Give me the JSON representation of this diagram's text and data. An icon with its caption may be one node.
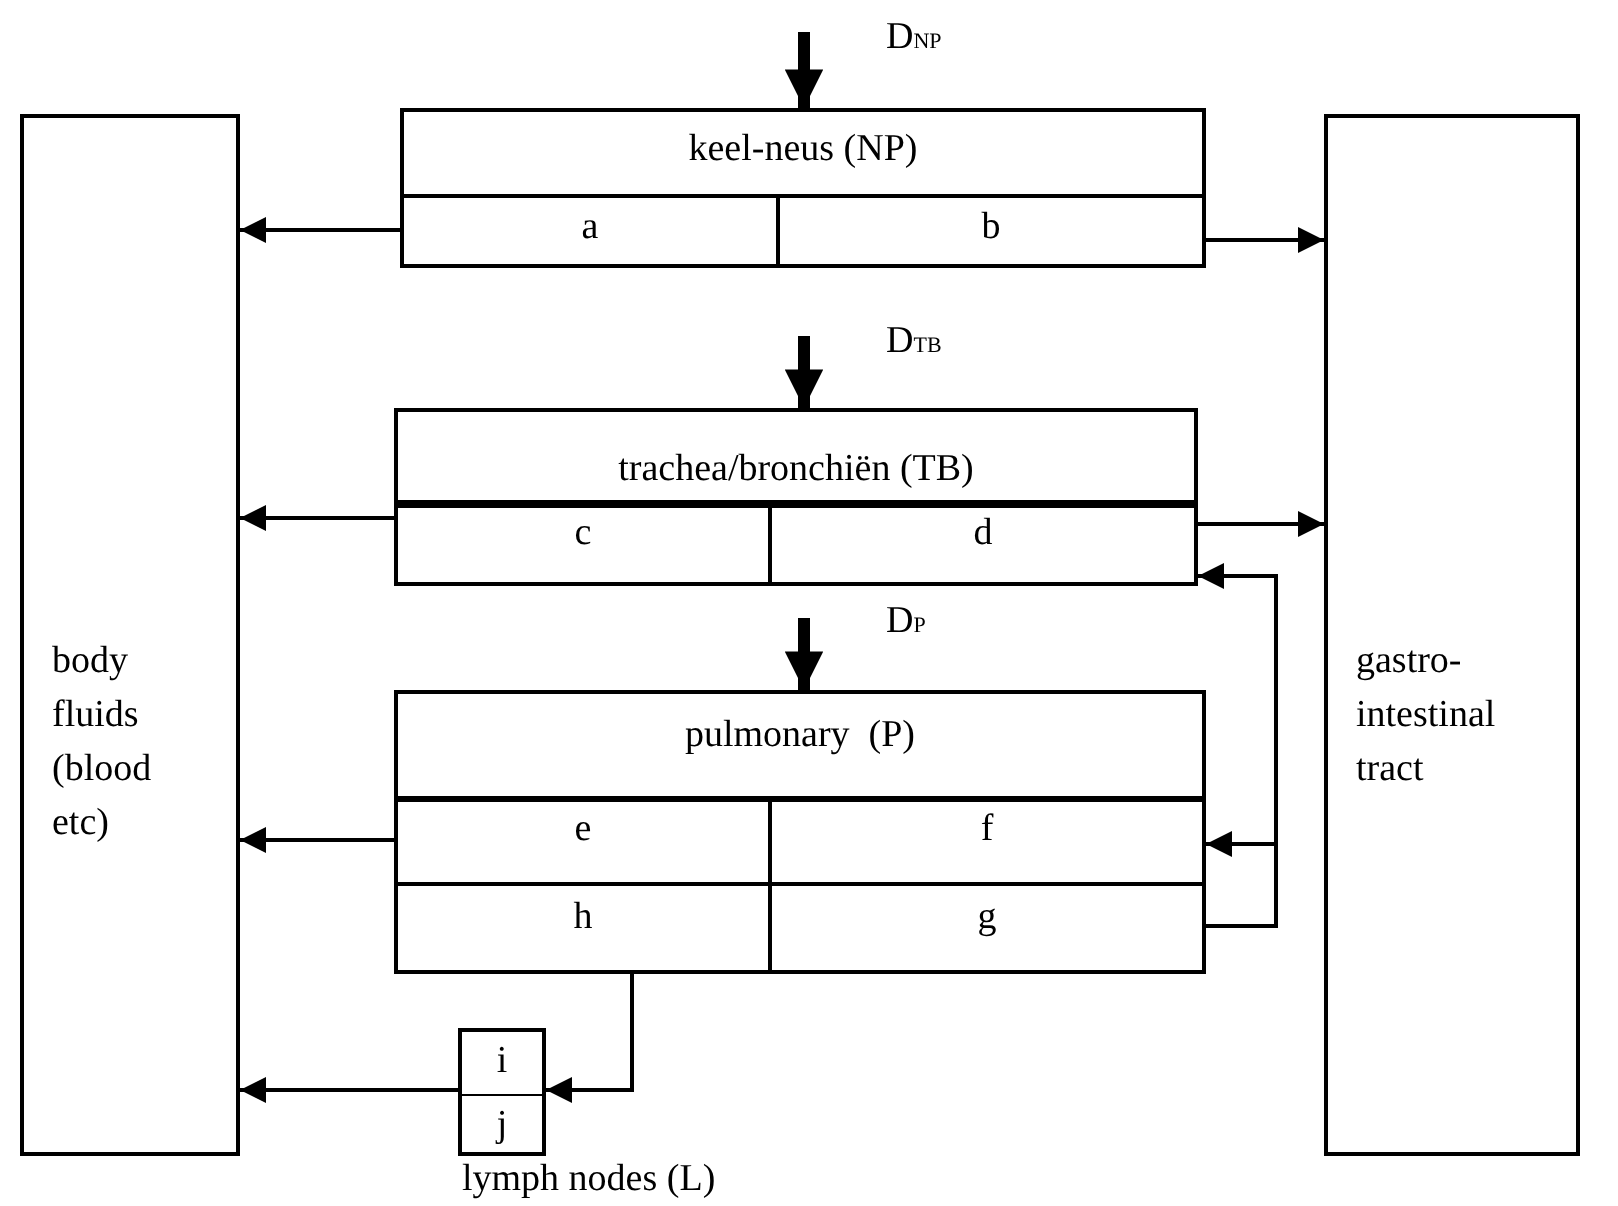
{
  "diagram": {
    "nodes": [
      {
        "text": [
          "body fluids (blood etc)"
        ]
      },
      {
        "text": [
          "keel-neus (NP)"
        ]
      },
      {
        "text": [
          "a"
        ],
        "in": 1
      },
      {
        "text": [
          "b"
        ],
        "in": 1
      },
      {
        "text": [
          "trachea/bronchiën (TB)"
        ]
      },
      {
        "text": [
          "c"
        ],
        "in": 4
      },
      {
        "text": [
          "d"
        ],
        "in": 4
      },
      {
        "text": [
          "pulmonary  (P)"
        ]
      },
      {
        "text": [
          "e"
        ],
        "in": 7
      },
      {
        "text": [
          "f"
        ],
        "in": 7
      },
      {
        "text": [
          "h"
        ],
        "in": 7
      },
      {
        "text": [
          "g"
        ],
        "in": 7
      },
      {
        "text": [
          "i",
          "j"
        ],
        "beside": [
          "lymph nodes (L)"
        ]
      },
      {
        "text": [
          "gastro-intestinal tract"
        ]
      }
    ],
    "edges": [
      {
        "from": 2,
        "to": 0,
        "arrow": "to"
      },
      {
        "from": 3,
        "to": 13,
        "arrow": "to"
      },
      {
        "from": 5,
        "to": 0,
        "arrow": "to"
      },
      {
        "from": 6,
        "to": 13,
        "arrow": "to"
      },
      {
        "from": 11,
        "to": 6,
        "arrow": "to"
      },
      {
        "from": 11,
        "to": 9,
        "arrow": "to"
      },
      {
        "from": 8,
        "to": 0,
        "arrow": "to"
      },
      {
        "from": 10,
        "to": 12,
        "arrow": "to"
      },
      {
        "from": 12,
        "to": 0,
        "arrow": "to"
      },
      {
        "from": null,
        "to": 1,
        "arrow": "to",
        "style": "thick",
        "label": "D$_{NP}$"
      },
      {
        "from": null,
        "to": 4,
        "arrow": "to",
        "style": "thick",
        "label": "D$_{TB}$"
      },
      {
        "from": null,
        "to": 7,
        "arrow": "to",
        "style": "thick",
        "label": "D$_{P}$"
      }
    ]
  }
}
